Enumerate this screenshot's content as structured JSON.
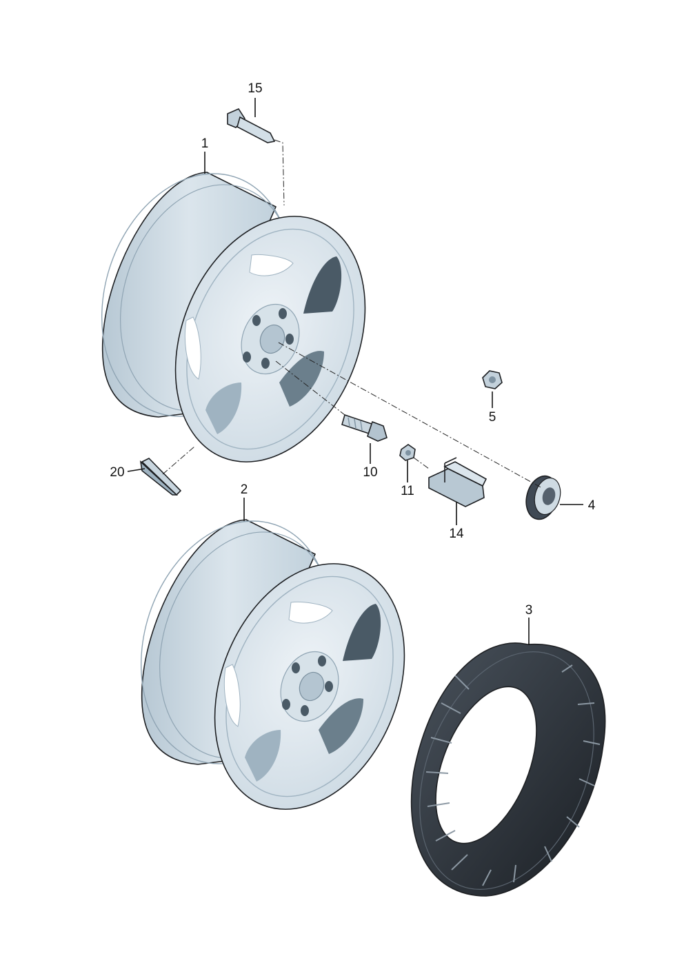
{
  "callouts": {
    "p1": "1",
    "p2": "2",
    "p3": "3",
    "p4": "4",
    "p5": "5",
    "p10": "10",
    "p11": "11",
    "p14": "14",
    "p15": "15",
    "p20": "20"
  },
  "colors": {
    "rim_light": "#dfe8ee",
    "rim_mid": "#c8d6df",
    "rim_shadow": "#9fb3c1",
    "pocket_dark": "#4a5a66",
    "tire_dark": "#1c2026",
    "tire_mid": "#3a424b",
    "line": "#111111"
  }
}
